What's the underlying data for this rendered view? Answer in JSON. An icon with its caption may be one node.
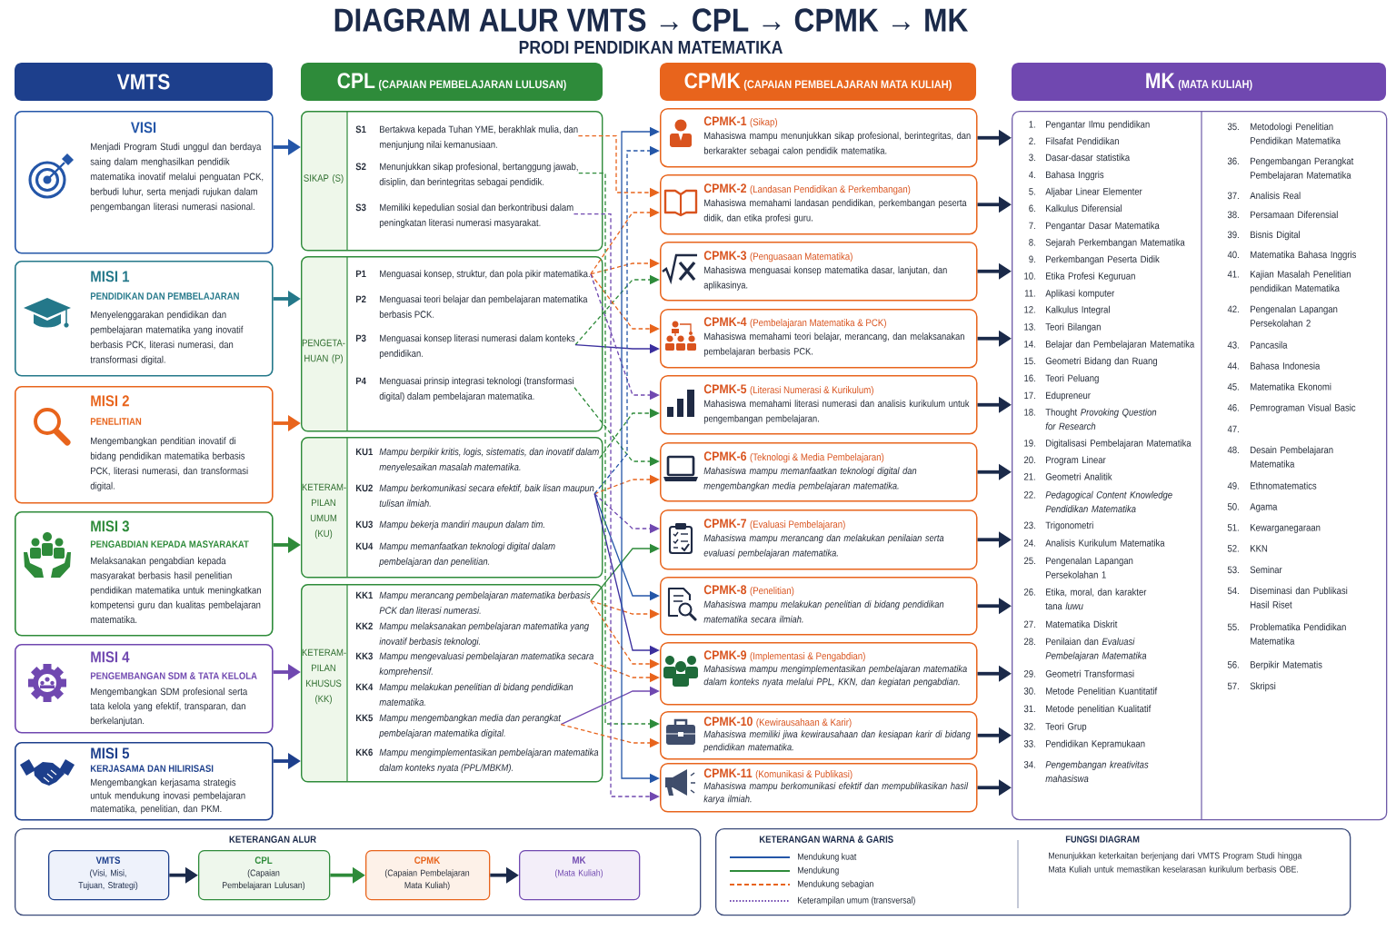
{
  "diagram": {
    "title": "DIAGRAM ALUR VMTS → CPL → CPMK → MK",
    "labels": [
      "PRODI PENDIDIKAN MATEMATIKA"
    ],
    "nodes": [
      {
        "text": [
          "VMTS"
        ]
      },
      {
        "text": [
          "CPL",
          "(CAPAIAN PEMBELAJARAN LULUSAN)"
        ]
      },
      {
        "text": [
          "CPMK",
          "(CAPAIAN PEMBELAJARAN MATA KULIAH)"
        ]
      },
      {
        "text": [
          "MK",
          "(MATA KULIAH)"
        ]
      },
      {
        "text": [
          "VISI",
          "Menjadi Program Studi unggul dan berdaya saing dalam menghasilkan pendidik matematika inovatif melalui penguatan PCK, berbudi luhur, serta menjadi rujukan dalam pengembangan literasi numerasi nasional."
        ]
      },
      {
        "text": [
          "MISI 1",
          "PENDIDIKAN DAN PEMBELAJARAN",
          "Menyelenggarakan pendidikan dan pembelajaran matematika yang inovatif berbasis PCK, literasi numerasi, dan transformasi digital."
        ]
      },
      {
        "text": [
          "MISI 2",
          "PENELITIAN",
          "Mengembangkan penditian inovatif di bidang pendidikan matematika berbasis PCK, literasi numerasi, dan transformasi digital."
        ]
      },
      {
        "text": [
          "MISI 3",
          "PENGABDIAN KEPADA MASYARAKAT",
          "Melaksanakan pengabdian kepada masyarakat berbasis hasil penelitian pendidikan matematika untuk meningkatkan kompetensi guru dan kualitas pembelajaran matematika."
        ]
      },
      {
        "text": [
          "MISI 4",
          "PENGEMBANGAN SDM & TATA KELOLA",
          "Mengembangkan SDM profesional serta tata kelola yang efektif, transparan, dan berkelanjutan."
        ]
      },
      {
        "text": [
          "MISI 5",
          "KERJASAMA DAN HILIRISASI",
          "Mengembangkan kerjasama strategis untuk mendukung inovasi pembelajaran matematika, penelitian, dan PKM."
        ]
      },
      {
        "text": [
          "SIKAP (S)"
        ]
      },
      {
        "text": [
          "S1",
          "Bertakwa kepada Tuhan YME, berakhlak mulia, dan menjunjung nilai kemanusiaan."
        ],
        "in": 10
      },
      {
        "text": [
          "S2",
          "Menunjukkan sikap profesional, bertanggung jawab, disiplin, dan berintegritas sebagai pendidik."
        ],
        "in": 10
      },
      {
        "text": [
          "S3",
          "Memiliki kepedulian sosial dan berkontribusi dalam peningkatan literasi numerasi masyarakat."
        ],
        "in": 10
      },
      {
        "text": [
          "PENGETA- HUAN (P)"
        ]
      },
      {
        "text": [
          "P1",
          "Menguasai konsep, struktur, dan pola pikir matematika."
        ],
        "in": 14
      },
      {
        "text": [
          "P2",
          "Menguasai teori belajar dan pembelajaran matematika berbasis PCK."
        ],
        "in": 14
      },
      {
        "text": [
          "P3",
          "Menguasai konsep literasi numerasi dalam konteks pendidikan."
        ],
        "in": 14
      },
      {
        "text": [
          "P4",
          "Menguasai prinsip integrasi teknologi (transformasi digital) dalam pembelajaran matematika."
        ],
        "in": 14
      },
      {
        "text": [
          "KETERAM- PILAN UMUM (KU)"
        ]
      },
      {
        "text": [
          "KU1",
          "Mampu berpikir kritis, logis, sistematis, dan inovatif dalam menyelesaikan masalah matematika."
        ],
        "in": 19
      },
      {
        "text": [
          "KU2",
          "Mampu berkomunikasi secara efektif, baik lisan maupun tulisan ilmiah."
        ],
        "in": 19
      },
      {
        "text": [
          "KU3",
          "Mampu bekerja mandiri maupun dalam tim."
        ],
        "in": 19
      },
      {
        "text": [
          "KU4",
          "Mampu memanfaatkan teknologi digital dalam pembelajaran dan penelitian."
        ],
        "in": 19
      },
      {
        "text": [
          "KETERAM- PILAN KHUSUS (KK)"
        ]
      },
      {
        "text": [
          "KK1",
          "Mampu merancang pembelajaran matematika berbasis PCK dan literasi numerasi."
        ],
        "in": 24
      },
      {
        "text": [
          "KK2",
          "Mampu melaksanakan pembelajaran matematika yang inovatif berbasis teknologi."
        ],
        "in": 24
      },
      {
        "text": [
          "KK3",
          "Mampu mengevaluasi pembelajaran matematika secara komprehensif."
        ],
        "in": 24
      },
      {
        "text": [
          "KK4",
          "Mampu melakukan penelitian di bidang pendidikan matematika."
        ],
        "in": 24
      },
      {
        "text": [
          "KK5",
          "Mampu mengembangkan media dan perangkat pembelajaran matematika digital."
        ],
        "in": 24
      },
      {
        "text": [
          "KK6",
          "Mampu mengimplementasikan pembelajaran matematika dalam konteks nyata (PPL/MBKM)."
        ],
        "in": 24
      },
      {
        "text": [
          "CPMK-1",
          "(Sikap)",
          "Mahasiswa mampu menunjukkan sikap profesional, berintegritas, dan berkarakter sebagai calon pendidik matematika."
        ]
      },
      {
        "text": [
          "CPMK-2",
          "(Landasan Pendidikan & Perkembangan)",
          "Mahasiswa memahami landasan pendidikan, perkembangan peserta didik, dan etika profesi guru."
        ]
      },
      {
        "text": [
          "CPMK-3",
          "(Penguasaan Matematika)",
          "Mahasiswa menguasai konsep matematika dasar, lanjutan, dan aplikasinya."
        ]
      },
      {
        "text": [
          "CPMK-4",
          "(Pembelajaran Matematika & PCK)",
          "Mahasiswa memahami teori belajar, merancang, dan melaksanakan pembelajaran berbasis PCK."
        ]
      },
      {
        "text": [
          "CPMK-5",
          "(Literasi Numerasi & Kurikulum)",
          "Mahasiswa memahami literasi numerasi dan analisis kurikulum untuk pengembangan pembelajaran."
        ]
      },
      {
        "text": [
          "CPMK-6",
          "(Teknologi & Media Pembelajaran)",
          "Mahasiswa mampu memanfaatkan teknologi digital dan mengembangkan media pembelajaran matematika."
        ]
      },
      {
        "text": [
          "CPMK-7",
          "(Evaluasi Pembelajaran)",
          "Mahasiswa mampu merancang dan melakukan penilaian serta evaluasi pembelajaran matematika."
        ]
      },
      {
        "text": [
          "CPMK-8",
          "(Penelitian)",
          "Mahasiswa mampu melakukan penelitian di bidang pendidikan matematika secara ilmiah."
        ]
      },
      {
        "text": [
          "CPMK-9",
          "(Implementasi & Pengabdian)",
          "Mahasiswa mampu mengimplementasikan pembelajaran matematika dalam konteks nyata melalui PPL, KKN, dan kegiatan pengabdian."
        ]
      },
      {
        "text": [
          "CPMK-10",
          "(Kewirausahaan & Karir)",
          "Mahasiswa memiliki jiwa kewirausahaan dan kesiapan karir di bidang pendidikan matematika."
        ]
      },
      {
        "text": [
          "CPMK-11",
          "(Komunikasi & Publikasi)",
          "Mahasiswa mampu berkomunikasi efektif dan mempublikasikan hasil karya ilmiah."
        ]
      },
      {
        "text": [
          "1.",
          "Pengantar Ilmu pendidikan",
          "2.",
          "Filsafat Pendidikan",
          "3.",
          "Dasar-dasar statistika",
          "4.",
          "Bahasa Inggris",
          "5.",
          "Aljabar Linear Elementer",
          "6.",
          "Kalkulus Diferensial",
          "7.",
          "Pengantar Dasar Matematika",
          "8.",
          "Sejarah Perkembangan Matematika",
          "9.",
          "Perkembangan Peserta Didik",
          "10.",
          "Etika Profesi Keguruan",
          "11.",
          "Aplikasi komputer",
          "12.",
          "Kalkulus Integral",
          "13.",
          "Teori Bilangan",
          "14.",
          "Belajar dan Pembelajaran Matematika",
          "15.",
          "Geometri Bidang dan Ruang",
          "16.",
          "Teori Peluang",
          "17.",
          "Edupreneur",
          "18.",
          "Thought *Provoking Question for Research*",
          "19.",
          "Digitalisasi Pembelajaran Matematika",
          "20.",
          "Program Linear",
          "21.",
          "Geometri Analitik",
          "22.",
          "Pedagogical Content Knowledge Pendidikan Matematika",
          "23.",
          "Trigonometri",
          "24.",
          "Analisis Kurikulum Matematika",
          "25.",
          "Pengenalan Lapangan Persekolahan 1",
          "26.",
          "Etika, moral, dan karakter tana *luwu*",
          "27.",
          "Matematika Diskrit",
          "28.",
          "Penilaian dan *Evaluasi Pembelajaran Matematika*",
          "29.",
          "Geometri Transformasi",
          "30.",
          "Metode Penelitian Kuantitatif",
          "31.",
          "Metode penelitian Kualitatif",
          "32.",
          "Teori Grup",
          "33.",
          "Pendidikan Kepramukaan",
          "34.",
          "Pengembangan kreativitas mahasiswa",
          "35.",
          "Metodologi Penelitian Pendidikan Matematika",
          "36.",
          "Pengembangan Perangkat Pembelajaran Matematika",
          "37.",
          "Analisis Real",
          "38.",
          "Persamaan Diferensial",
          "39.",
          "Bisnis Digital",
          "40.",
          "Matematika Bahasa Inggris",
          "41.",
          "Kajian Masalah Penelitian pendidikan Matematika",
          "42.",
          "Pengenalan Lapangan Persekolahan 2",
          "43.",
          "Pancasila",
          "44.",
          "Bahasa Indonesia",
          "45.",
          "Matematika Ekonomi",
          "46.",
          "Pemrograman Visual Basic",
          "47.",
          "48.",
          "Desain Pembelajaran Matematika",
          "49.",
          "Ethnomatematics",
          "50.",
          "Agama",
          "51.",
          "Kewarganegaraan",
          "52.",
          "KKN",
          "53.",
          "Seminar",
          "54.",
          "Diseminasi dan Publikasi Hasil Riset",
          "55.",
          "Problematika Pendidikan Matematika",
          "56.",
          "Berpikir Matematis",
          "57.",
          "Skripsi"
        ]
      },
      {
        "text": [
          "KETERANGAN ALUR"
        ]
      },
      {
        "text": [
          "VMTS",
          "(Visi, Misi, Tujuan, Strategi)"
        ],
        "in": 43
      },
      {
        "text": [
          "CPL",
          "(Capaian Pembelajaran Lulusan)"
        ],
        "in": 43
      },
      {
        "text": [
          "CPMK",
          "(Capaian Pembelajaran Mata Kuliah)"
        ],
        "in": 43
      },
      {
        "text": [
          "MK",
          "(Mata Kuliah)"
        ],
        "in": 43
      },
      {
        "text": [
          "KETERANGAN WARNA & GARIS",
          "FUNGSI DIAGRAM",
          "Menunjukkan keterkaitan berjenjang dari VMTS Program Studi hingga Mata Kuliah untuk memastikan keselarasan kurikulum berbasis OBE."
        ]
      }
    ],
    "edges": [
      {
        "from": 4,
        "to": 10,
        "arrow": "to",
        "style": "thick",
        "color": "#2456a8"
      },
      {
        "from": 5,
        "to": 14,
        "arrow": "to",
        "style": "thick",
        "color": "#24788a"
      },
      {
        "from": 6,
        "to": 14,
        "arrow": "to",
        "style": "thick",
        "color": "#e8641c"
      },
      {
        "from": 7,
        "to": 19,
        "arrow": "to",
        "style": "thick",
        "color": "#2e8b3a"
      },
      {
        "from": 8,
        "to": 24,
        "arrow": "to",
        "style": "thick",
        "color": "#7048b0"
      },
      {
        "from": 9,
        "to": 24,
        "arrow": "to",
        "style": "thick",
        "color": "#1d3f8c"
      },
      {
        "from": 11,
        "to": 32,
        "arrow": "to",
        "style": "dashed",
        "color": "#e8641c"
      },
      {
        "from": 15,
        "to": 32,
        "arrow": "to",
        "style": "dashed",
        "color": "#e8641c"
      },
      {
        "from": 15,
        "to": 33,
        "arrow": "to",
        "style": "dashed",
        "color": "#e8641c"
      },
      {
        "from": 17,
        "to": 33,
        "arrow": "to",
        "style": "dashed",
        "color": "#2e8b3a"
      },
      {
        "from": 15,
        "to": 34,
        "arrow": "to",
        "style": "dashed",
        "color": "#e8641c"
      },
      {
        "from": 17,
        "to": 34,
        "arrow": "to",
        "color": "#3b2f9e"
      },
      {
        "from": 15,
        "to": 35,
        "arrow": "to",
        "style": "dashed",
        "color": "#7048b0"
      },
      {
        "from": 20,
        "to": 35,
        "arrow": "to",
        "style": "dashed",
        "color": "#2e8b3a"
      },
      {
        "from": 18,
        "to": 36,
        "arrow": "to",
        "style": "dashed",
        "color": "#2e8b3a"
      },
      {
        "from": 21,
        "to": 36,
        "arrow": "to",
        "style": "dashed",
        "color": "#e8641c"
      },
      {
        "from": 21,
        "to": 31,
        "arrow": "to",
        "style": "dashed",
        "color": "#2456a8"
      },
      {
        "from": 21,
        "to": 37,
        "arrow": "to",
        "style": "dashed",
        "color": "#7048b0"
      },
      {
        "from": 25,
        "to": 37,
        "arrow": "to",
        "color": "#2e8b3a"
      },
      {
        "from": 21,
        "to": 38,
        "arrow": "to",
        "color": "#2456a8"
      },
      {
        "from": 25,
        "to": 38,
        "arrow": "to",
        "style": "dashed",
        "color": "#e8641c"
      },
      {
        "from": 21,
        "to": 39,
        "arrow": "to",
        "color": "#3b2f9e"
      },
      {
        "from": 25,
        "to": 39,
        "arrow": "to",
        "style": "dashed",
        "color": "#e8641c"
      },
      {
        "from": 27,
        "to": 39,
        "arrow": "to",
        "style": "dashed",
        "color": "#e8641c"
      },
      {
        "from": 29,
        "to": 39,
        "arrow": "to",
        "color": "#7048b0"
      },
      {
        "from": 12,
        "to": 40,
        "arrow": "to",
        "style": "dashed",
        "color": "#2e8b3a"
      },
      {
        "from": 29,
        "to": 40,
        "arrow": "to",
        "style": "dashed",
        "color": "#e8641c"
      },
      {
        "from": 31,
        "to": 41,
        "arrow": "both",
        "color": "#2456a8"
      },
      {
        "from": 13,
        "to": 41,
        "arrow": "to",
        "style": "dashed",
        "color": "#7048b0"
      },
      {
        "from": 31,
        "to": 42,
        "arrow": "to",
        "style": "thick"
      },
      {
        "from": 32,
        "to": 42,
        "arrow": "to",
        "style": "thick"
      },
      {
        "from": 33,
        "to": 42,
        "arrow": "to",
        "style": "thick"
      },
      {
        "from": 34,
        "to": 42,
        "arrow": "to",
        "style": "thick"
      },
      {
        "from": 35,
        "to": 42,
        "arrow": "to",
        "style": "thick"
      },
      {
        "from": 36,
        "to": 42,
        "arrow": "to",
        "style": "thick"
      },
      {
        "from": 37,
        "to": 42,
        "arrow": "to",
        "style": "thick"
      },
      {
        "from": 38,
        "to": 42,
        "arrow": "to",
        "style": "thick"
      },
      {
        "from": 39,
        "to": 42,
        "arrow": "to",
        "style": "thick"
      },
      {
        "from": 40,
        "to": 42,
        "arrow": "to",
        "style": "thick"
      },
      {
        "from": 41,
        "to": 42,
        "arrow": "to",
        "style": "thick"
      },
      {
        "from": 44,
        "to": 45,
        "arrow": "to",
        "style": "thick"
      },
      {
        "from": 45,
        "to": 46,
        "arrow": "to",
        "style": "thick",
        "color": "#2e8b3a"
      },
      {
        "from": 46,
        "to": 47,
        "arrow": "to",
        "style": "thick"
      }
    ],
    "legend": [
      {
        "text": "Mendukung kuat"
      },
      {
        "text": "Mendukung"
      },
      {
        "text": "Mendukung sebagian"
      },
      {
        "text": "Keterampilan umum (transversal)"
      }
    ]
  }
}
